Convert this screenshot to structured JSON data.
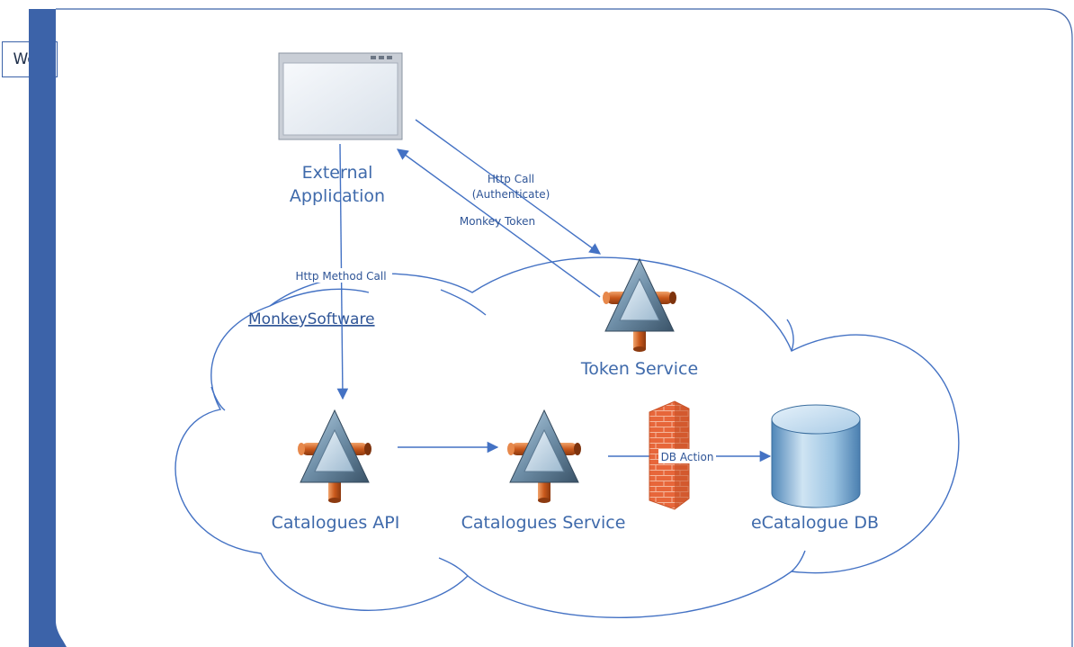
{
  "swimlane": {
    "label": "Web"
  },
  "group": {
    "label": "MonkeySoftware"
  },
  "nodes": {
    "external_app": {
      "line1": "External",
      "line2": "Application"
    },
    "token_service": {
      "label": "Token Service"
    },
    "catalogues_api": {
      "label": "Catalogues API"
    },
    "catalogues_service": {
      "label": "Catalogues Service"
    },
    "ecatalogue_db": {
      "label": "eCatalogue DB"
    }
  },
  "edges": {
    "http_call_line1": "Http Call",
    "http_call_line2": "(Authenticate)",
    "monkey_token": "Monkey Token",
    "http_method_call": "Http Method Call",
    "db_action": "DB Action"
  },
  "colors": {
    "swimlane_bar": "#3c63a9",
    "connector": "#4472c4",
    "label_text": "#3f6aab"
  },
  "icons": {
    "external_app": "application-window-icon",
    "services": "wcf-service-icon",
    "firewall": "firewall-icon",
    "database": "database-cylinder-icon"
  }
}
